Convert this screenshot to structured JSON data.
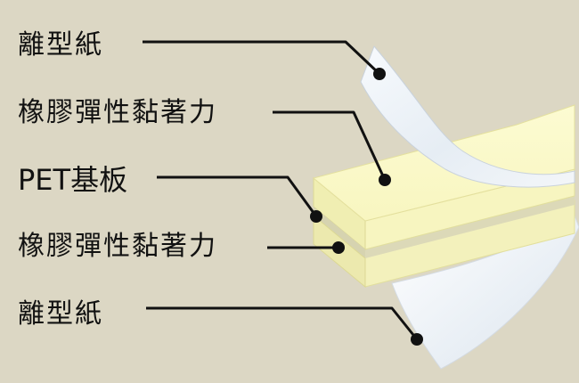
{
  "diagram": {
    "layers": [
      {
        "label": "離型紙"
      },
      {
        "label": "橡膠彈性黏著力"
      },
      {
        "label": "PET基板"
      },
      {
        "label": "橡膠彈性黏著力"
      },
      {
        "label": "離型紙"
      }
    ],
    "colors": {
      "background": "#dcd7c4",
      "adhesive": "#fbf9c4",
      "pet_base": "#e4e1c1",
      "release_paper": "#eef3f8",
      "leader_line": "#111111"
    }
  }
}
